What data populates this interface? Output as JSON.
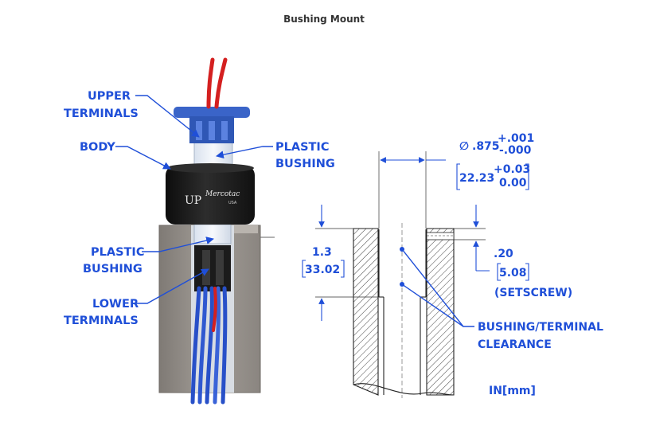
{
  "title": "Bushing Mount",
  "labels": {
    "upper_terminals_1": "UPPER",
    "upper_terminals_2": "TERMINALS",
    "body": "BODY",
    "plastic_bushing_top_1": "PLASTIC",
    "plastic_bushing_top_2": "BUSHING",
    "plastic_bushing_bottom_1": "PLASTIC",
    "plastic_bushing_bottom_2": "BUSHING",
    "lower_terminals_1": "LOWER",
    "lower_terminals_2": "TERMINALS",
    "brand_mark": "UP",
    "brand_name": "Mercotac",
    "brand_sub": "USA"
  },
  "dimensions": {
    "diameter_symbol": "∅",
    "diameter_value": ".875",
    "diameter_tol_plus": "+.001",
    "diameter_tol_minus": "-.000",
    "diameter_mm_value": "22.23",
    "diameter_mm_tol_plus": "+0.03",
    "diameter_mm_tol_minus": "0.00",
    "depth_in": "1.3",
    "depth_mm": "33.02",
    "setscrew_in": ".20",
    "setscrew_mm": "5.08",
    "setscrew_label": "(SETSCREW)",
    "clearance_1": "BUSHING/TERMINAL",
    "clearance_2": "CLEARANCE",
    "units": "IN[mm]"
  },
  "colors": {
    "label_blue": "#1f4fd8",
    "wire_red": "#d42020",
    "wire_blue": "#2850c8",
    "housing_gray": "#8a8580",
    "body_black": "#1b1b1b"
  }
}
